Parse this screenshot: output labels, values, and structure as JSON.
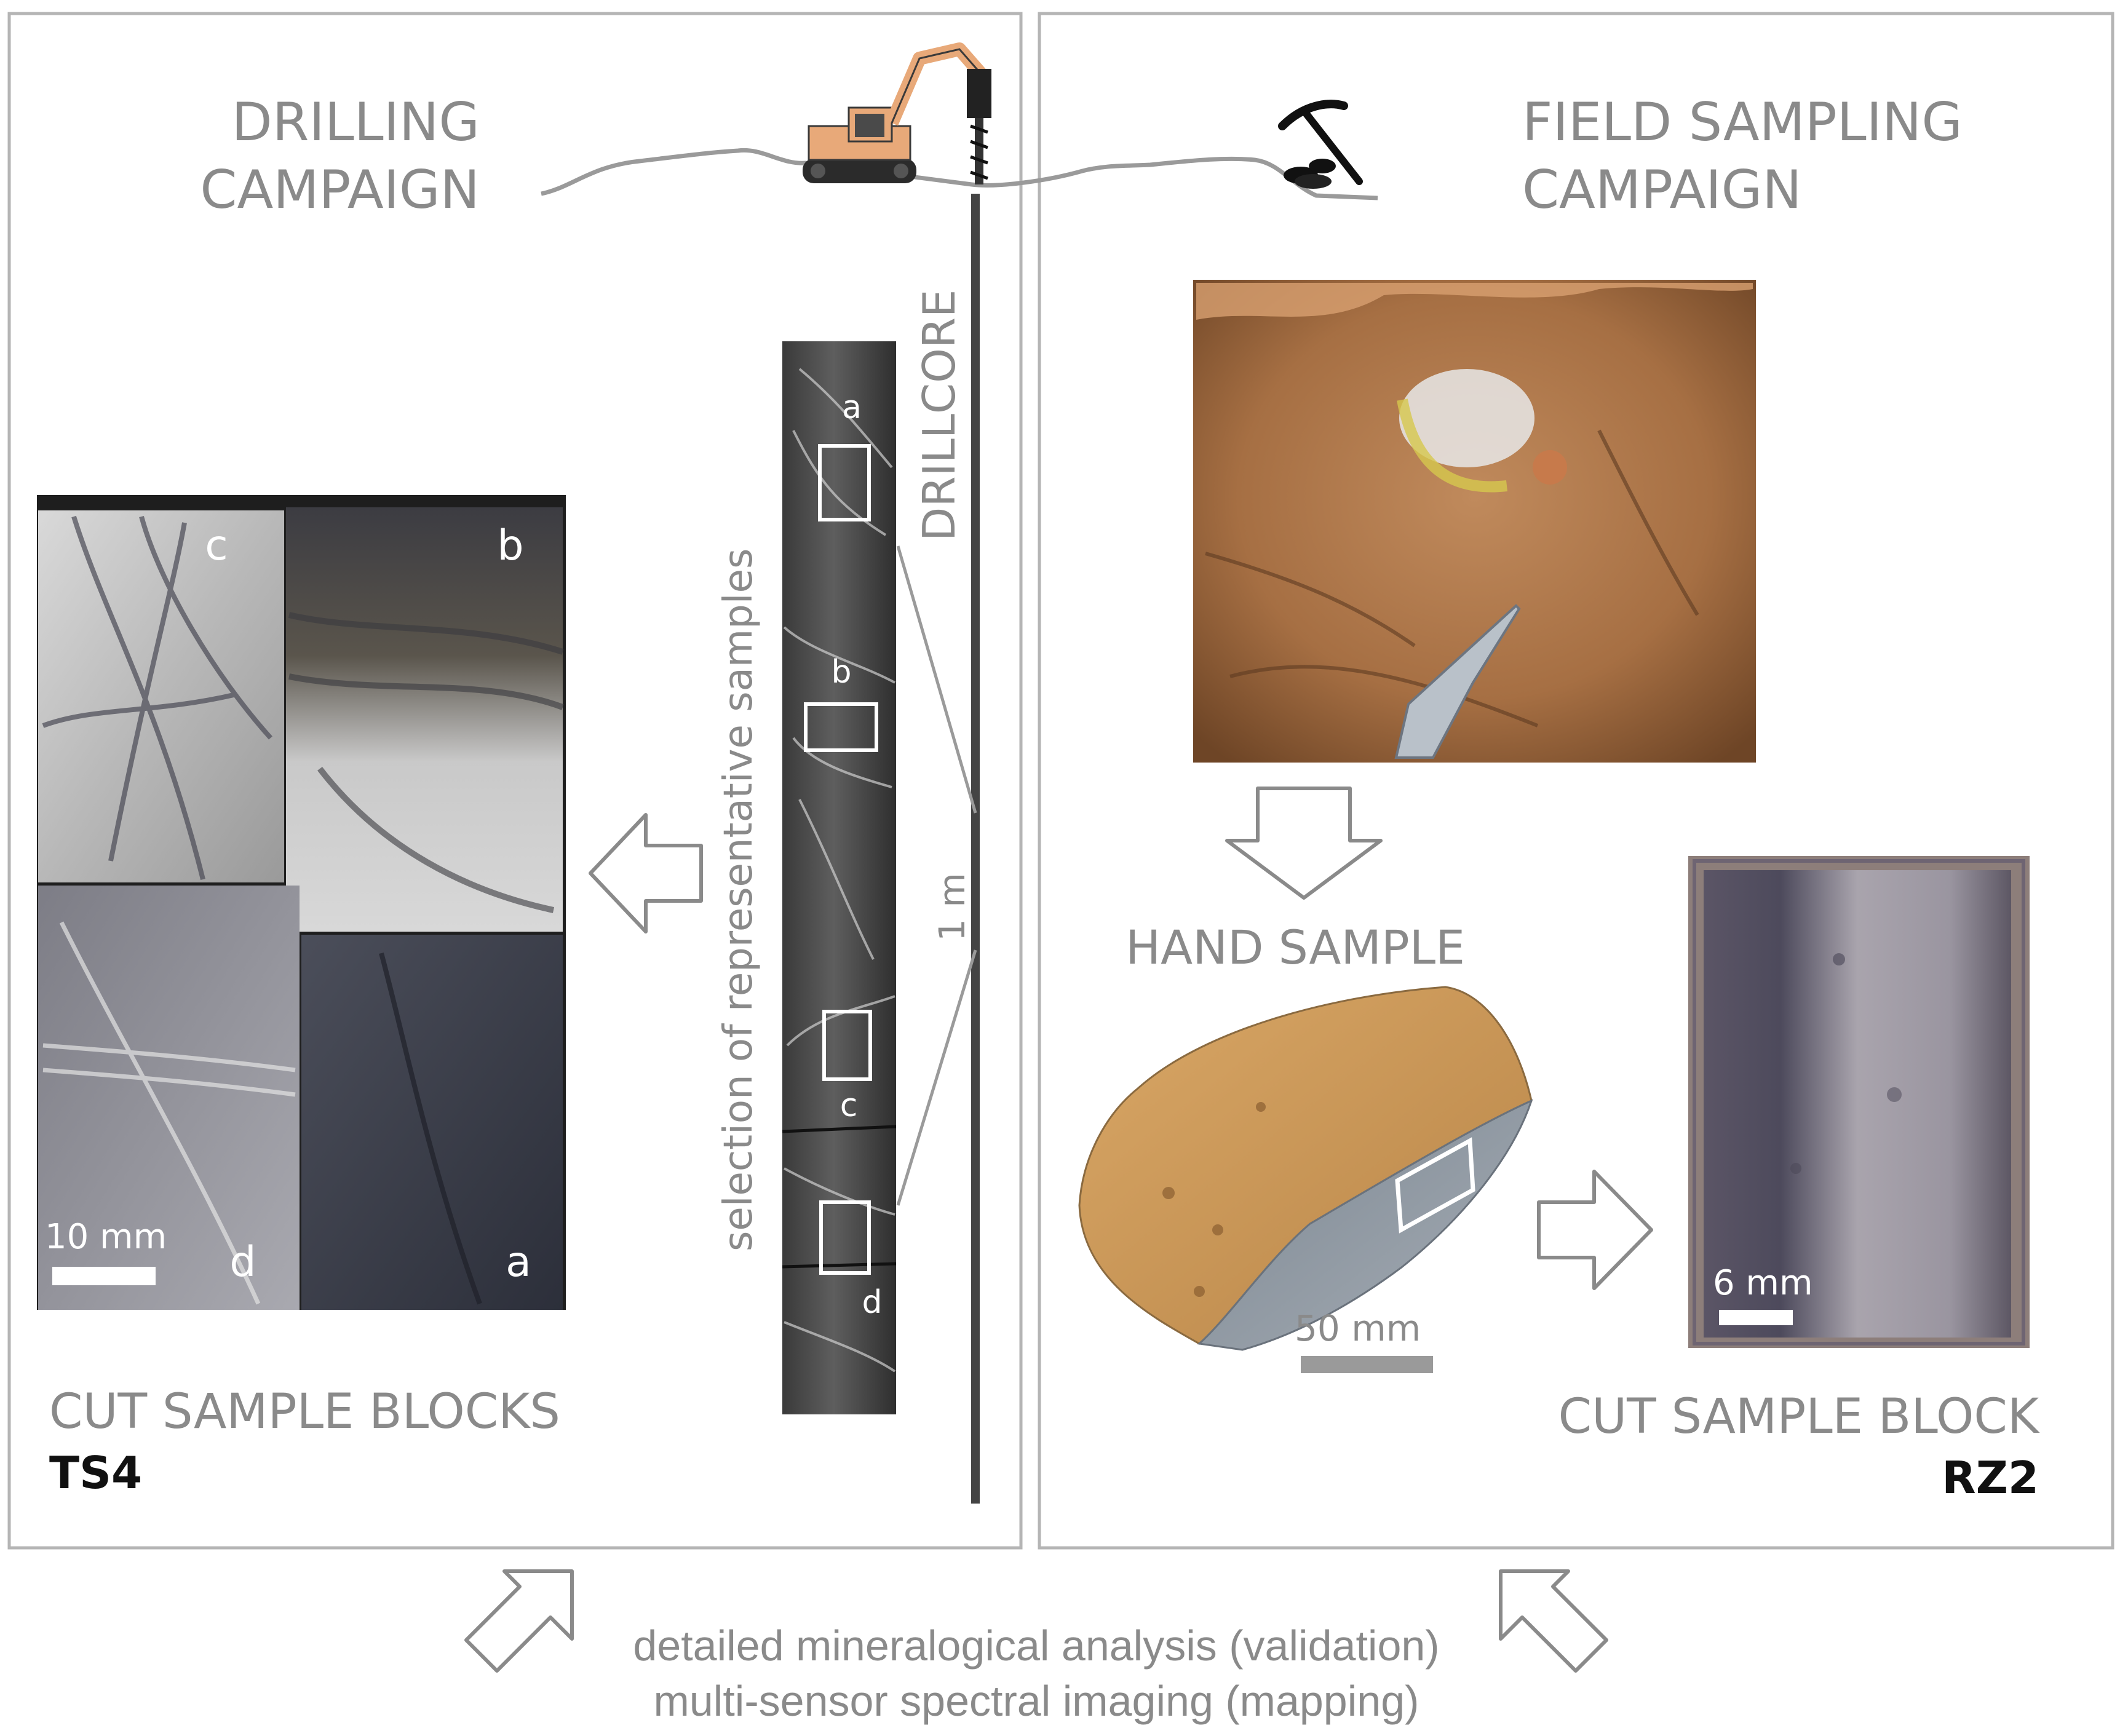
{
  "left_panel": {
    "title_line1": "DRILLING",
    "title_line2": "CAMPAIGN",
    "drillcore_label": "DRILLCORE",
    "length_label": "1 m",
    "selection_label": "selection of representative samples",
    "core_markers": [
      "a",
      "b",
      "c",
      "d"
    ],
    "block_labels": [
      "c",
      "b",
      "d",
      "a"
    ],
    "scale_label": "10 mm",
    "caption": "CUT SAMPLE BLOCKS",
    "sample_id": "TS4"
  },
  "right_panel": {
    "title_line1": "FIELD SAMPLING",
    "title_line2": "CAMPAIGN",
    "hand_sample_label": "HAND SAMPLE",
    "hand_scale_label": "50 mm",
    "block_scale_label": "6 mm",
    "caption": "CUT SAMPLE BLOCK",
    "sample_id": "RZ2"
  },
  "bottom": {
    "line1": "detailed mineralogical analysis (validation)",
    "line2": "multi-sensor spectral imaging (mapping)"
  },
  "icons": {
    "excavator": "excavator-drill-icon",
    "pickaxe": "pickaxe-rock-icon"
  },
  "colors": {
    "frame": "#b5b5b5",
    "label_gray": "#8a8a8a",
    "excavator_orange": "#e8a979",
    "core_dark": "#4a4a4a"
  }
}
